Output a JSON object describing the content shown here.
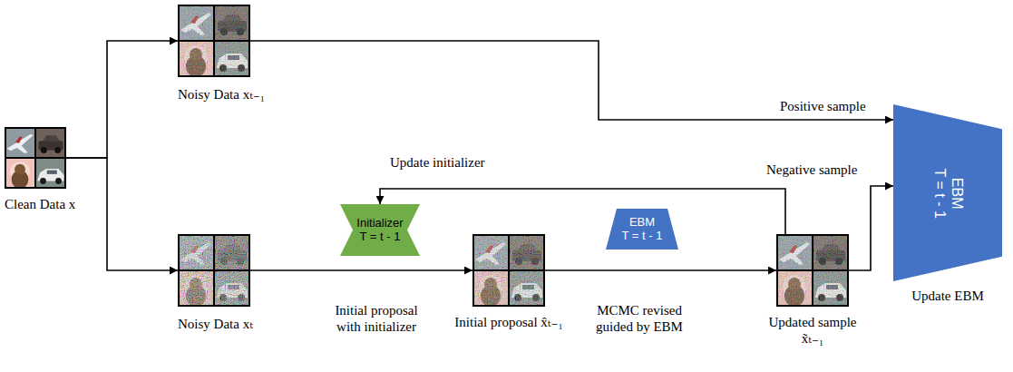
{
  "diagram": {
    "nodes": [
      {
        "text": [
          "Clean Data x"
        ]
      },
      {
        "text": [
          "Noisy Data xₜ₋₁"
        ]
      },
      {
        "text": [
          "Noisy Data xₜ"
        ]
      },
      {
        "text": [
          "Initializer",
          "T = t - 1"
        ]
      },
      {
        "text": [
          "Initial proposal x̂ₜ₋₁"
        ]
      },
      {
        "text": [
          "EBM",
          "T = t - 1"
        ]
      },
      {
        "text": [
          "Updated sample x̃ₜ₋₁"
        ]
      },
      {
        "text": [
          "EBM",
          "T = t - 1",
          "Update EBM"
        ]
      }
    ],
    "edges": [
      {
        "from": 0,
        "to": 1,
        "arrow": "to"
      },
      {
        "from": 0,
        "to": 2,
        "arrow": "to"
      },
      {
        "from": 1,
        "to": 7,
        "label": "Positive sample",
        "arrow": "to"
      },
      {
        "from": 2,
        "to": 4,
        "label": "Initial proposal with initializer",
        "arrow": "to"
      },
      {
        "from": 4,
        "to": 6,
        "label": "MCMC revised guided by EBM",
        "arrow": "to"
      },
      {
        "from": 6,
        "to": 3,
        "label": "Update initializer",
        "arrow": "to"
      },
      {
        "from": 6,
        "to": 7,
        "label": "Negative sample",
        "arrow": "to"
      }
    ]
  }
}
